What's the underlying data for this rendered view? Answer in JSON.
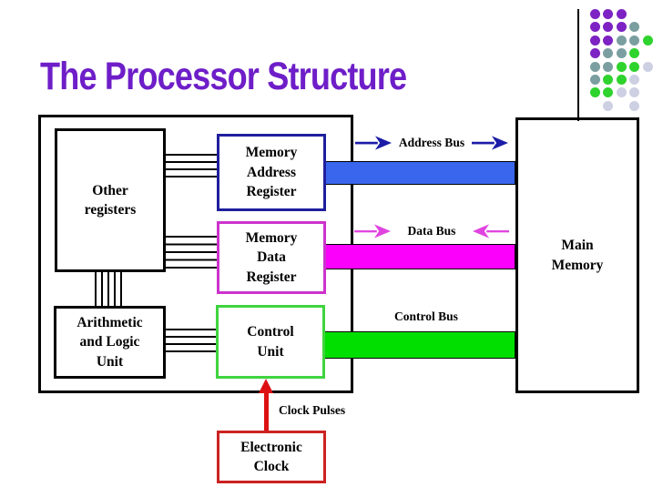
{
  "slide": {
    "title": "The Processor Structure"
  },
  "colors": {
    "title_color": "#6E1EC8",
    "address_bus": "#3A66EE",
    "data_bus": "#FB00FB",
    "control_bus": "#00DF00",
    "mar_border": "#1F1F9E",
    "mdr_border": "#CC33CC",
    "cu_border": "#3FD43F",
    "clock_border": "#CC2222",
    "clock_red": "#DD1111",
    "address_arrow": "#1C1CA8",
    "data_arrow": "#E044E0"
  },
  "cpu": {
    "other_registers_label": "Other\nregisters",
    "alu_label": "Arithmetic\nand Logic\nUnit",
    "mar_label": "Memory\nAddress\nRegister",
    "mdr_label": "Memory\nData\nRegister",
    "control_unit_label": "Control\nUnit"
  },
  "memory": {
    "label": "Main\nMemory"
  },
  "buses": {
    "address": {
      "label": "Address Bus"
    },
    "data": {
      "label": "Data Bus"
    },
    "control": {
      "label": "Control Bus"
    }
  },
  "clock": {
    "box_label": "Electronic\nClock",
    "arrow_label": "Clock Pulses"
  },
  "decoration": {
    "dot_rows": [
      "PPP..",
      "PPPT.",
      "PPTTG",
      "PTTG.",
      "TTGGL",
      "TGGL.",
      "GGLL.",
      ".L.L."
    ],
    "dot_colors": {
      "P": "#7D22C3",
      "T": "#7B9EA0",
      "G": "#2ED32E",
      "L": "#CDD0E3"
    }
  }
}
